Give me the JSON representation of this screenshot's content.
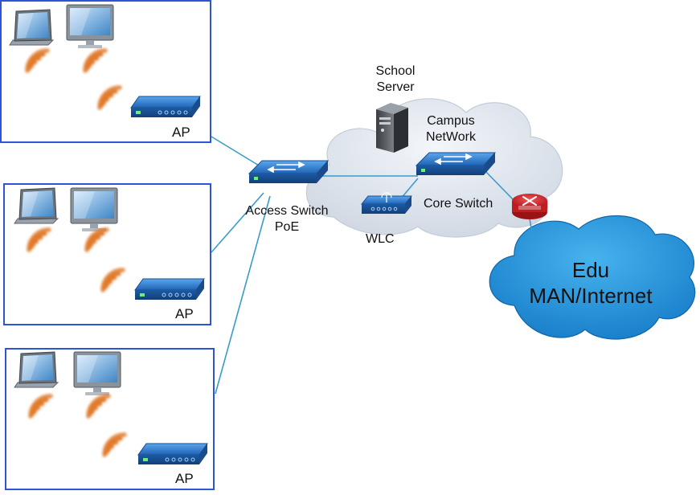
{
  "labels": {
    "ap": "AP",
    "access_switch_line1": "Access Switch",
    "access_switch_line2": "PoE",
    "wlc": "WLC",
    "school_server_line1": "School",
    "school_server_line2": "Server",
    "campus_network_line1": "Campus",
    "campus_network_line2": "NetWork",
    "core_switch": "Core Switch",
    "internet_line1": "Edu",
    "internet_line2": "MAN/Internet"
  },
  "colors": {
    "room_border": "#2b54d6",
    "link_line": "#3a9bc9",
    "device_blue": "#2f7fd1",
    "cloud_grey": "#dfe5ee",
    "cloud_internet": "#1d8fd6",
    "wifi_orange": "#e07a2c",
    "router_red": "#d9262b"
  },
  "icons": {
    "laptop": "laptop-icon",
    "monitor": "monitor-icon",
    "wifi": "wifi-signal-icon",
    "access_point": "access-point-icon",
    "switch": "network-switch-icon",
    "wlc": "wireless-controller-icon",
    "server": "server-icon",
    "router": "router-icon"
  }
}
